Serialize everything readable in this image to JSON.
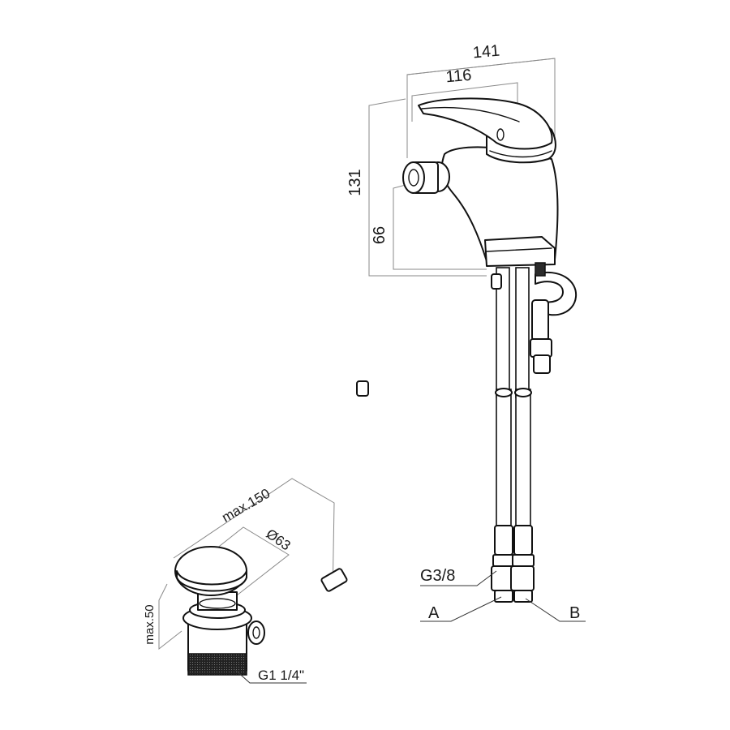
{
  "dimensions": {
    "width_141": "141",
    "width_116": "116",
    "height_131": "131",
    "height_66": "66",
    "max_150": "max.150",
    "diameter_63": "Ø63",
    "max_50": "max.50"
  },
  "labels": {
    "thread_hoses": "G3/8",
    "hose_a": "A",
    "hose_b": "B",
    "thread_waste": "G1 1/4\""
  }
}
